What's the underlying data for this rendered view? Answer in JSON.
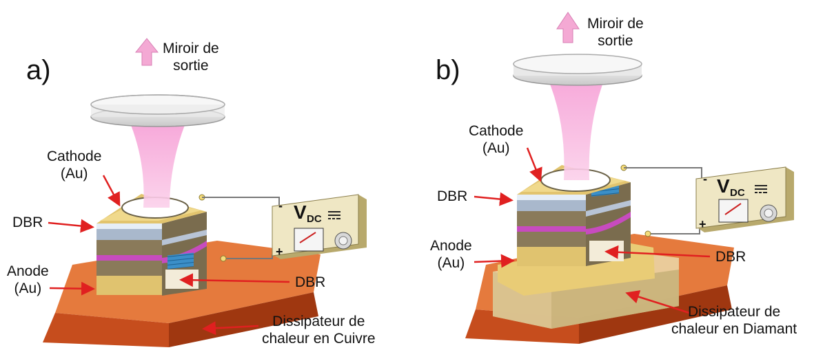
{
  "panels": [
    {
      "letter": "a)",
      "mirror_label": [
        "Miroir de",
        "sortie"
      ],
      "cathode_label": [
        "Cathode",
        "(Au)"
      ],
      "dbr_top_label": "DBR",
      "anode_label": [
        "Anode",
        "(Au)"
      ],
      "dbr_side_label": "DBR",
      "heatsink_label": [
        "Dissipateur de",
        "chaleur en Cuivre"
      ],
      "voltmeter": {
        "main": "V",
        "sub": "DC",
        "minus": "-",
        "plus": "+"
      }
    },
    {
      "letter": "b)",
      "mirror_label": [
        "Miroir de",
        "sortie"
      ],
      "cathode_label": [
        "Cathode",
        "(Au)"
      ],
      "dbr_top_label": "DBR",
      "anode_label": [
        "Anode",
        "(Au)"
      ],
      "dbr_side_label": "DBR",
      "heatsink_label": [
        "Dissipateur de",
        "chaleur en Diamant"
      ],
      "voltmeter": {
        "main": "V",
        "sub": "DC",
        "minus": "-",
        "plus": "+"
      }
    }
  ],
  "colors": {
    "copper": "#c9501f",
    "diamond": "#e9d7a8",
    "gold": "#e8cc7a",
    "dbr": "#b8c4d6",
    "pink_layer": "#c050b8",
    "beam": "#f7a8d8",
    "arrow": "#e02020"
  }
}
